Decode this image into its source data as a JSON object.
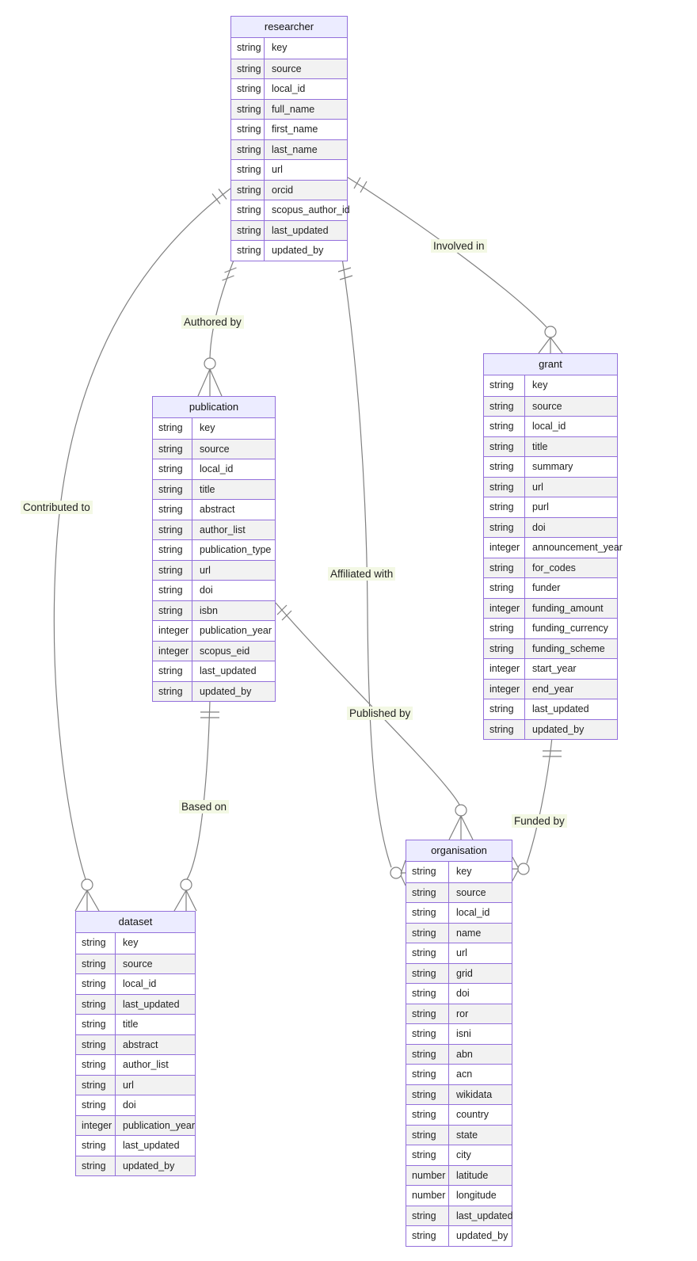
{
  "diagram": {
    "type": "entity-relationship",
    "colors": {
      "entity_header_fill": "#ECECFF",
      "entity_border": "#9370DB",
      "row_alternate_fill": "#f2f2f2",
      "relationship_line": "#808080",
      "relationship_label_background": "#f3f8e4"
    }
  },
  "entities": [
    {
      "name": "researcher",
      "attributes": [
        {
          "type": "string",
          "name": "key"
        },
        {
          "type": "string",
          "name": "source"
        },
        {
          "type": "string",
          "name": "local_id"
        },
        {
          "type": "string",
          "name": "full_name"
        },
        {
          "type": "string",
          "name": "first_name"
        },
        {
          "type": "string",
          "name": "last_name"
        },
        {
          "type": "string",
          "name": "url"
        },
        {
          "type": "string",
          "name": "orcid"
        },
        {
          "type": "string",
          "name": "scopus_author_id"
        },
        {
          "type": "string",
          "name": "last_updated"
        },
        {
          "type": "string",
          "name": "updated_by"
        }
      ]
    },
    {
      "name": "publication",
      "attributes": [
        {
          "type": "string",
          "name": "key"
        },
        {
          "type": "string",
          "name": "source"
        },
        {
          "type": "string",
          "name": "local_id"
        },
        {
          "type": "string",
          "name": "title"
        },
        {
          "type": "string",
          "name": "abstract"
        },
        {
          "type": "string",
          "name": "author_list"
        },
        {
          "type": "string",
          "name": "publication_type"
        },
        {
          "type": "string",
          "name": "url"
        },
        {
          "type": "string",
          "name": "doi"
        },
        {
          "type": "string",
          "name": "isbn"
        },
        {
          "type": "integer",
          "name": "publication_year"
        },
        {
          "type": "integer",
          "name": "scopus_eid"
        },
        {
          "type": "string",
          "name": "last_updated"
        },
        {
          "type": "string",
          "name": "updated_by"
        }
      ]
    },
    {
      "name": "grant",
      "attributes": [
        {
          "type": "string",
          "name": "key"
        },
        {
          "type": "string",
          "name": "source"
        },
        {
          "type": "string",
          "name": "local_id"
        },
        {
          "type": "string",
          "name": "title"
        },
        {
          "type": "string",
          "name": "summary"
        },
        {
          "type": "string",
          "name": "url"
        },
        {
          "type": "string",
          "name": "purl"
        },
        {
          "type": "string",
          "name": "doi"
        },
        {
          "type": "integer",
          "name": "announcement_year"
        },
        {
          "type": "string",
          "name": "for_codes"
        },
        {
          "type": "string",
          "name": "funder"
        },
        {
          "type": "integer",
          "name": "funding_amount"
        },
        {
          "type": "string",
          "name": "funding_currency"
        },
        {
          "type": "string",
          "name": "funding_scheme"
        },
        {
          "type": "integer",
          "name": "start_year"
        },
        {
          "type": "integer",
          "name": "end_year"
        },
        {
          "type": "string",
          "name": "last_updated"
        },
        {
          "type": "string",
          "name": "updated_by"
        }
      ]
    },
    {
      "name": "dataset",
      "attributes": [
        {
          "type": "string",
          "name": "key"
        },
        {
          "type": "string",
          "name": "source"
        },
        {
          "type": "string",
          "name": "local_id"
        },
        {
          "type": "string",
          "name": "last_updated"
        },
        {
          "type": "string",
          "name": "title"
        },
        {
          "type": "string",
          "name": "abstract"
        },
        {
          "type": "string",
          "name": "author_list"
        },
        {
          "type": "string",
          "name": "url"
        },
        {
          "type": "string",
          "name": "doi"
        },
        {
          "type": "integer",
          "name": "publication_year"
        },
        {
          "type": "string",
          "name": "last_updated"
        },
        {
          "type": "string",
          "name": "updated_by"
        }
      ]
    },
    {
      "name": "organisation",
      "attributes": [
        {
          "type": "string",
          "name": "key"
        },
        {
          "type": "string",
          "name": "source"
        },
        {
          "type": "string",
          "name": "local_id"
        },
        {
          "type": "string",
          "name": "name"
        },
        {
          "type": "string",
          "name": "url"
        },
        {
          "type": "string",
          "name": "grid"
        },
        {
          "type": "string",
          "name": "doi"
        },
        {
          "type": "string",
          "name": "ror"
        },
        {
          "type": "string",
          "name": "isni"
        },
        {
          "type": "string",
          "name": "abn"
        },
        {
          "type": "string",
          "name": "acn"
        },
        {
          "type": "string",
          "name": "wikidata"
        },
        {
          "type": "string",
          "name": "country"
        },
        {
          "type": "string",
          "name": "state"
        },
        {
          "type": "string",
          "name": "city"
        },
        {
          "type": "number",
          "name": "latitude"
        },
        {
          "type": "number",
          "name": "longitude"
        },
        {
          "type": "string",
          "name": "last_updated"
        },
        {
          "type": "string",
          "name": "updated_by"
        }
      ]
    }
  ],
  "relationships": [
    {
      "from": "researcher",
      "to": "publication",
      "label": "Authored by",
      "cardinality": "one to zero-or-many"
    },
    {
      "from": "researcher",
      "to": "grant",
      "label": "Involved in",
      "cardinality": "one to zero-or-many"
    },
    {
      "from": "researcher",
      "to": "dataset",
      "label": "Contributed to",
      "cardinality": "one to zero-or-many"
    },
    {
      "from": "researcher",
      "to": "organisation",
      "label": "Affiliated with",
      "cardinality": "one to zero-or-many"
    },
    {
      "from": "publication",
      "to": "organisation",
      "label": "Published by",
      "cardinality": "one to zero-or-many"
    },
    {
      "from": "publication",
      "to": "dataset",
      "label": "Based on",
      "cardinality": "one to zero-or-many"
    },
    {
      "from": "grant",
      "to": "organisation",
      "label": "Funded by",
      "cardinality": "one to zero-or-many"
    }
  ]
}
